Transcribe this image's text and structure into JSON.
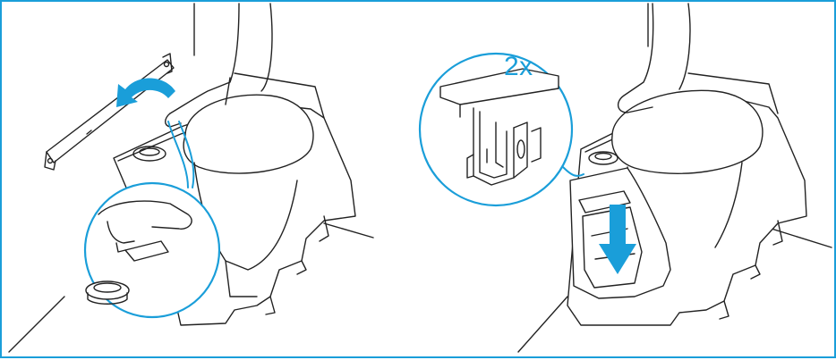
{
  "figure": {
    "border_color": "#1a9ed9",
    "accent_color": "#1a9ed9",
    "line_color": "#222222",
    "panels": [
      {
        "id": "step-remove-bracket",
        "icons": [
          "curved-arrow-icon",
          "detail-magnifier-icon"
        ]
      },
      {
        "id": "step-lower-cassette",
        "icons": [
          "down-arrow-icon",
          "detail-magnifier-icon"
        ],
        "callout_label": "2x"
      }
    ]
  }
}
